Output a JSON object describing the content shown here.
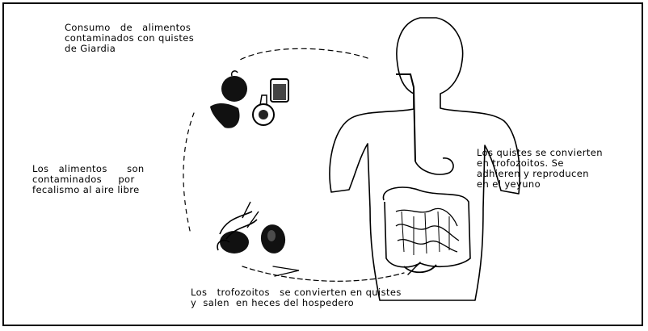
{
  "diagram": {
    "labels": {
      "consumo": [
        "Consumo   de   alimentos",
        "contaminados con quistes",
        "de Giardia"
      ],
      "alimentos_contaminados": [
        "Los   alimentos      son",
        "contaminados     por",
        "fecalismo al aire libre"
      ],
      "quistes_trofozoitos": [
        "Los quistes se convierten",
        "en trofozoitos. Se",
        "adhieren y reproducen",
        "en el yeyuno"
      ],
      "trofozoitos_heces": [
        "Los   trofozoitos   se convierten en quistes",
        "y  salen  en heces del hospedero"
      ]
    },
    "icons": [
      "human-torso-digestive-icon",
      "contaminated-food-icon",
      "giardia-cyst-icon",
      "cycle-arrow-icon"
    ],
    "colors": {
      "stroke": "#000000",
      "background": "#ffffff"
    }
  }
}
